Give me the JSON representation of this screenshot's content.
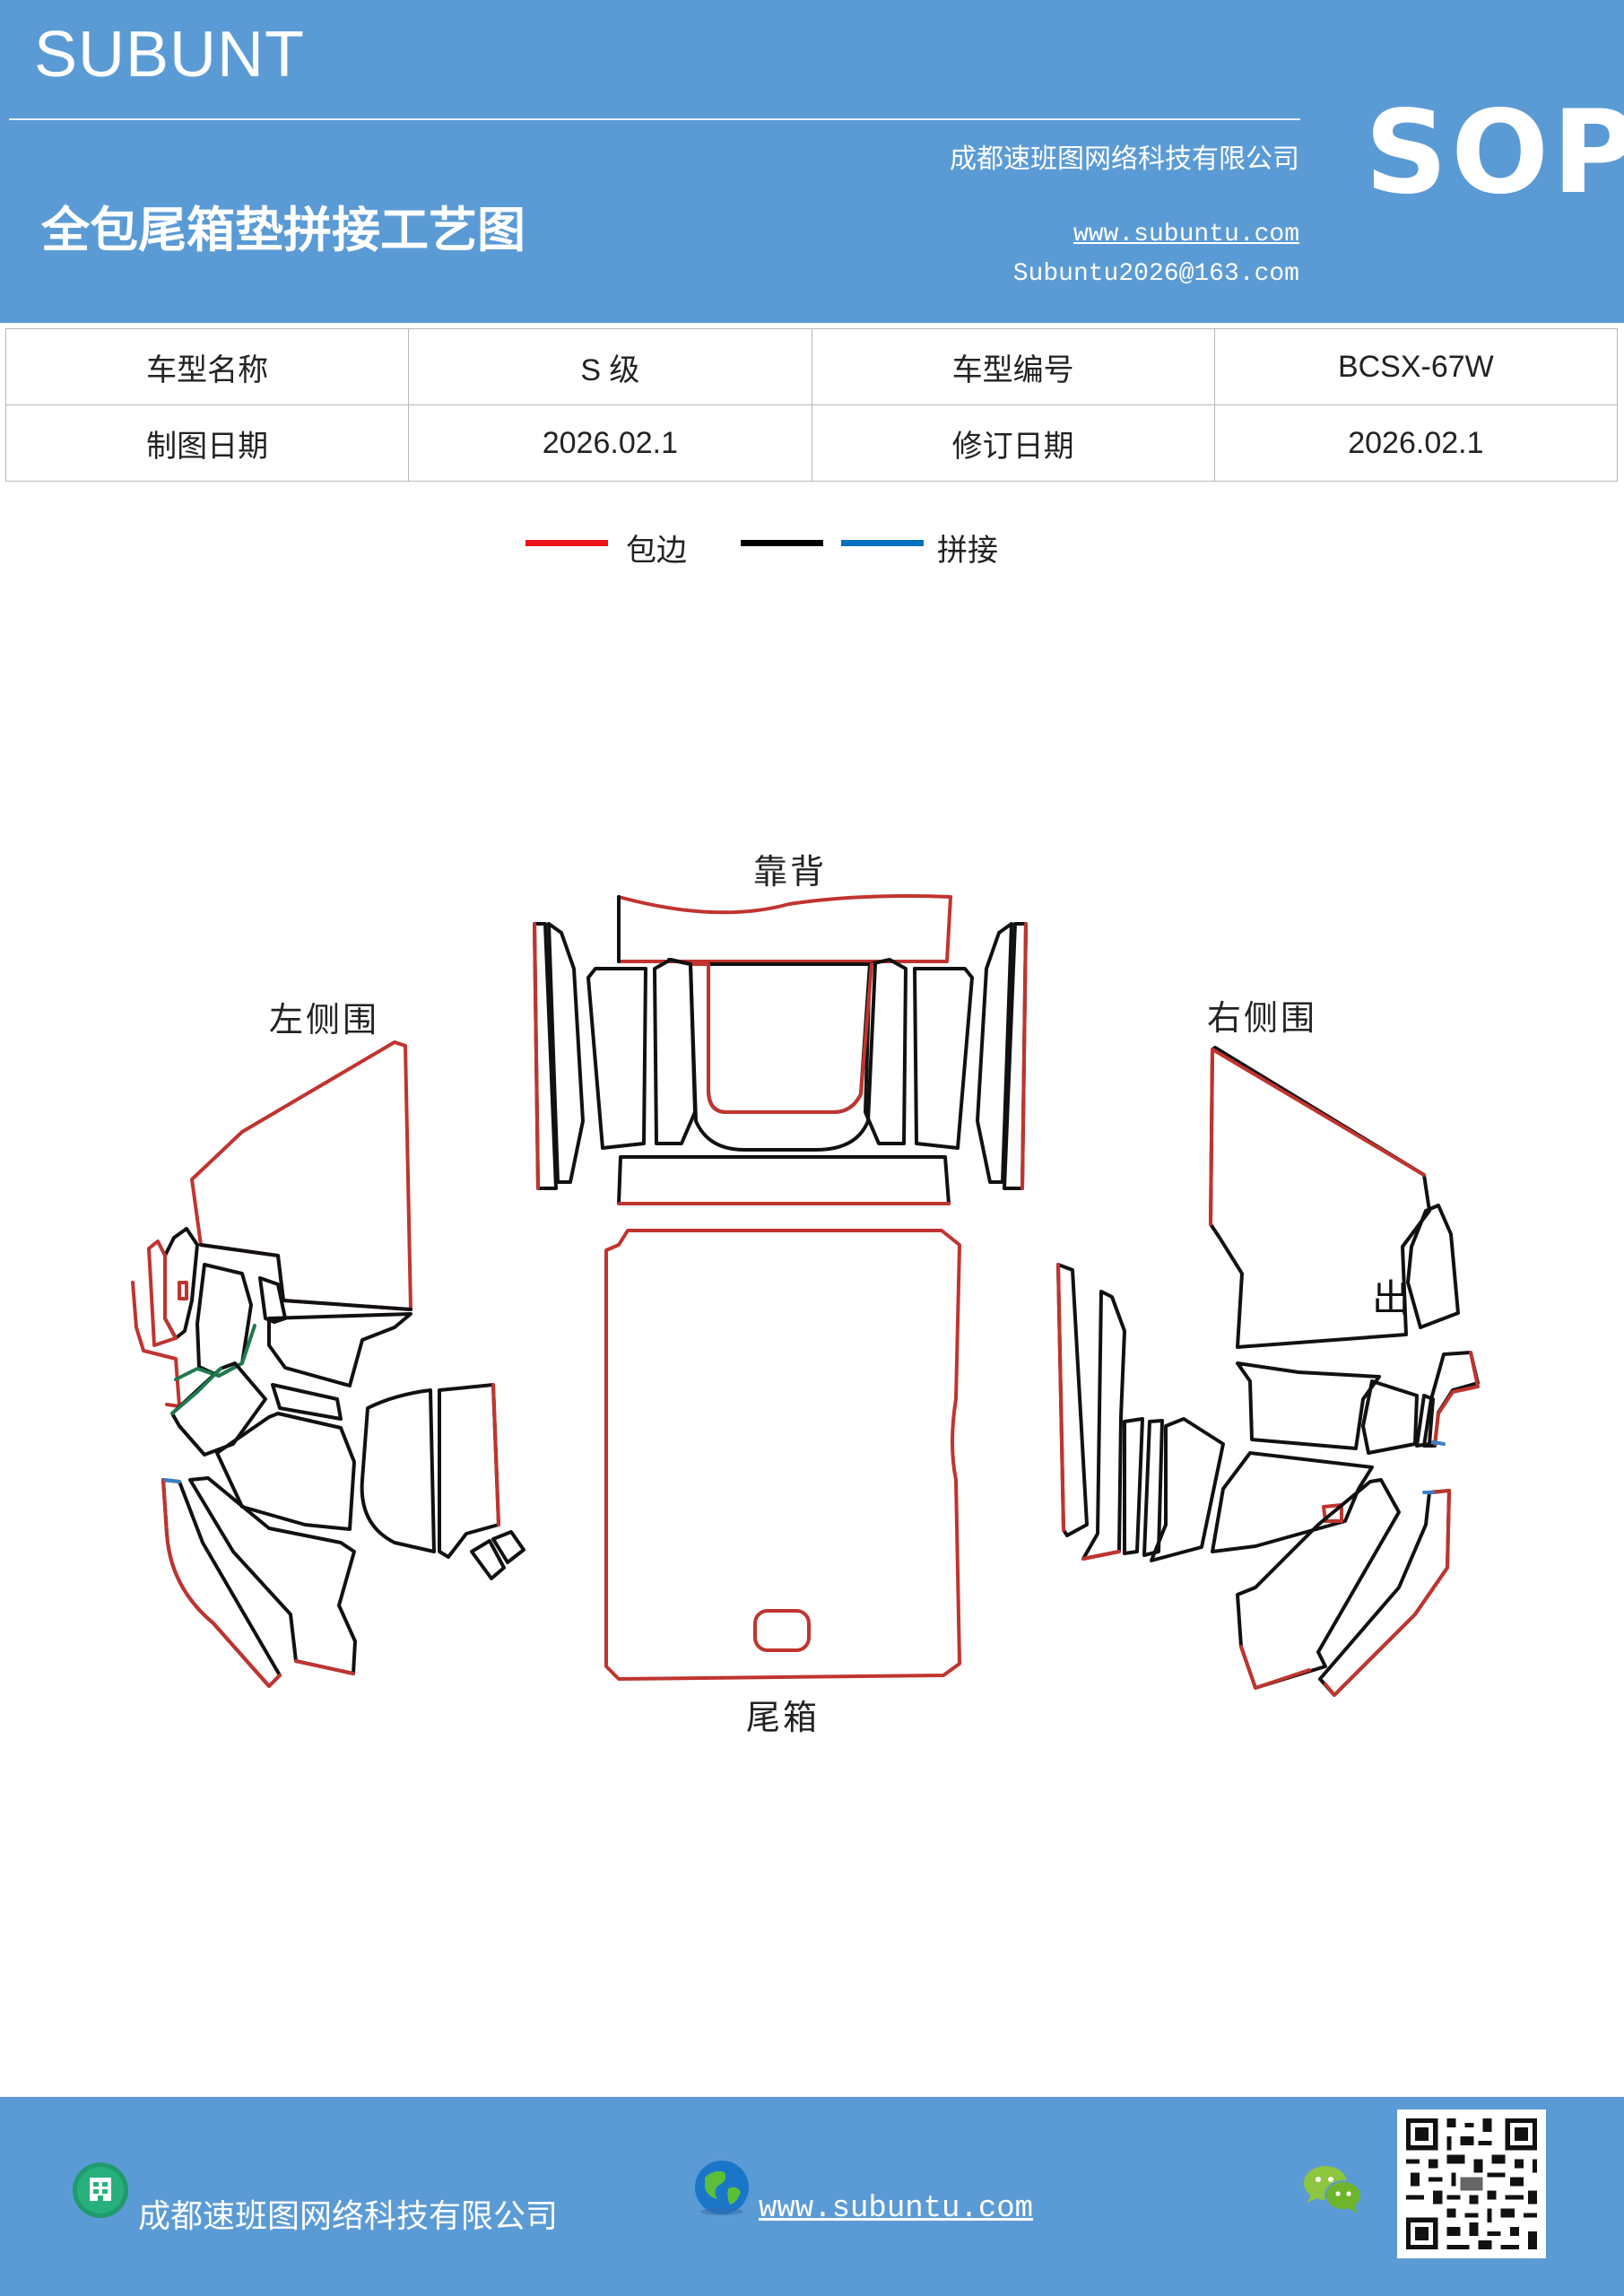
{
  "header": {
    "brand": "SUBUNT",
    "company": "成都速班图网络科技有限公司",
    "title": "全包尾箱垫拼接工艺图",
    "website": "www.subuntu.com",
    "email": "Subuntu2026@163.com",
    "badge": "SOP",
    "background": "#5b9bd5"
  },
  "info_table": {
    "rows": [
      [
        "车型名称",
        "S 级",
        "车型编号",
        "BCSX-67W"
      ],
      [
        "制图日期",
        "2026.02.1",
        "修订日期",
        "2026.02.1"
      ]
    ]
  },
  "legend": {
    "items": [
      {
        "label": "包边",
        "color": "#e8141a"
      },
      {
        "label": "",
        "color": "#000000"
      },
      {
        "label": "拼接",
        "color": "#0070c0"
      }
    ]
  },
  "diagram": {
    "labels": {
      "back": "靠背",
      "left": "左侧围",
      "right": "右侧围",
      "trunk": "尾箱",
      "right_mark": "出"
    },
    "colors": {
      "edge": "#c0342f",
      "seam": "#111111",
      "join": "#3a7fc4",
      "green": "#1e7a4f"
    }
  },
  "footer": {
    "company": "成都速班图网络科技有限公司",
    "website": "www.subuntu.com",
    "icons": [
      "building-icon",
      "globe-icon",
      "wechat-icon",
      "qr-code"
    ]
  }
}
